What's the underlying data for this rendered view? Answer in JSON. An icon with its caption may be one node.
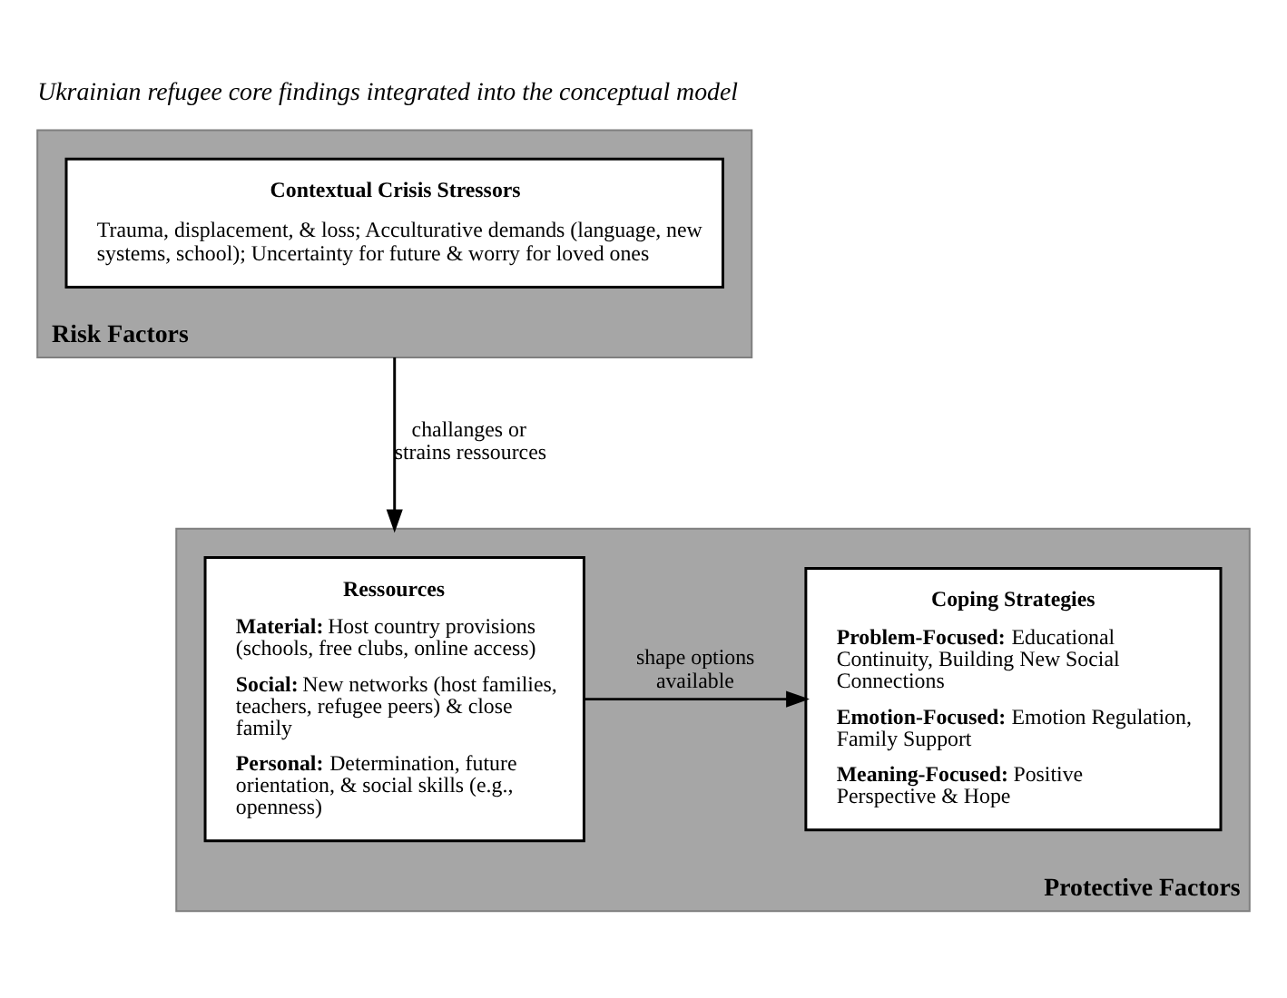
{
  "diagram": {
    "title": "Ukrainian refugee core findings integrated into the conceptual model",
    "nodes": [
      {
        "text": [
          "Risk Factors"
        ]
      },
      {
        "text": [
          "Contextual Crisis Stressors",
          "Trauma, displacement, & loss; Acculturative demands (language, new systems, school); Uncertainty for future & worry for loved ones"
        ],
        "in": 0
      },
      {
        "text": [
          "Protective Factors"
        ]
      },
      {
        "text": [
          "Ressources",
          "**Material:** Host country provisions (schools, free clubs, online access)",
          "**Social:** New networks (host families, teachers, refugee peers) & close family",
          "**Personal:** Determination, future orientation, & social skills (e.g., openness)"
        ],
        "in": 2
      },
      {
        "text": [
          "Coping Strategies",
          "**Problem-Focused:** Educational Continuity, Building New Social Connections",
          "**Emotion-Focused:** Emotion Regulation, Family Support",
          "**Meaning-Focused:** Positive Perspective & Hope"
        ],
        "in": 2
      }
    ],
    "edges": [
      {
        "from": 0,
        "to": 2,
        "arrow": "to",
        "label": "challanges or strains ressources"
      },
      {
        "from": 3,
        "to": 4,
        "arrow": "to",
        "label": "shape options available"
      }
    ]
  }
}
